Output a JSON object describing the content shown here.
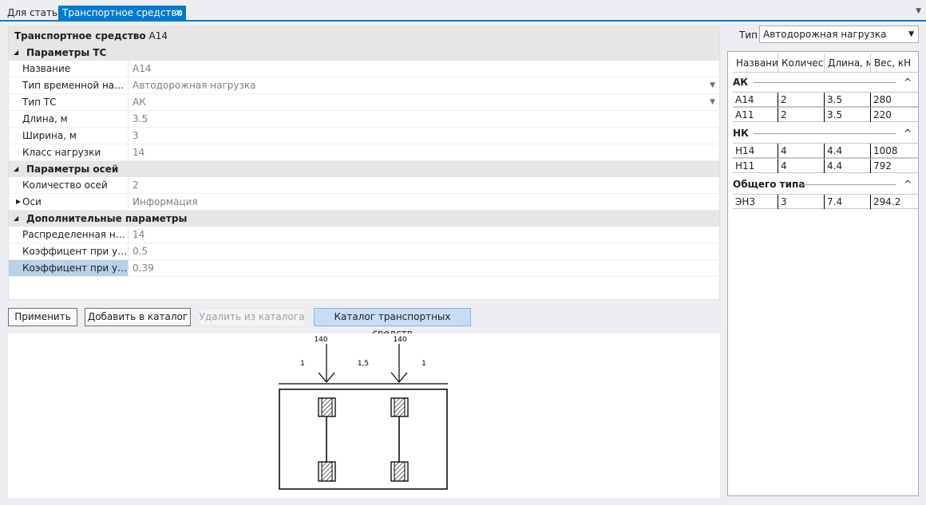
{
  "tabs": {
    "article": "Для статьи",
    "vehicle": "Транспортное средство"
  },
  "props": {
    "header_label": "Транспортное средство",
    "header_value": "А14",
    "cat1": "Параметры ТС",
    "rows1": [
      {
        "name": "Название",
        "value": "А14"
      },
      {
        "name": "Тип временной нагрузки",
        "value": "Автодорожная нагрузка"
      },
      {
        "name": "Тип ТС",
        "value": "АК"
      },
      {
        "name": "Длина, м",
        "value": "3.5"
      },
      {
        "name": "Ширина, м",
        "value": "3"
      },
      {
        "name": "Класс нагрузки",
        "value": "14"
      }
    ],
    "cat2": "Параметры осей",
    "rows2": [
      {
        "name": "Количество осей",
        "value": "2"
      },
      {
        "name": "Оси",
        "value": "Информация"
      }
    ],
    "cat3": "Дополнительные параметры",
    "rows3": [
      {
        "name": "Распределенная нагрузка",
        "value": "14"
      },
      {
        "name": "Коэффицент при учете",
        "value": "0.5"
      },
      {
        "name": "Коэффицент при учете",
        "value": "0.39"
      }
    ]
  },
  "buttons": {
    "apply": "Применить",
    "add": "Добавить в каталог",
    "remove": "Удалить из каталога",
    "catalog": "Каталог транспортных средств"
  },
  "drawing": {
    "load1": "140",
    "load2": "140",
    "dim1": "1",
    "dim2": "1,5",
    "dim3": "1"
  },
  "catalog": {
    "type_label": "Тип",
    "type_value": "Автодорожная нагрузка",
    "headers": [
      "Название",
      "Количество",
      "Длина, м",
      "Вес, кН"
    ],
    "groups": [
      {
        "name": "АК",
        "rows": [
          [
            "А14",
            "2",
            "3.5",
            "280"
          ],
          [
            "А11",
            "2",
            "3.5",
            "220"
          ]
        ]
      },
      {
        "name": "НК",
        "rows": [
          [
            "Н14",
            "4",
            "4.4",
            "1008"
          ],
          [
            "Н11",
            "4",
            "4.4",
            "792"
          ]
        ]
      },
      {
        "name": "Общего типа",
        "rows": [
          [
            "ЭН3",
            "3",
            "7.4",
            "294.2"
          ]
        ]
      }
    ]
  },
  "icons": {
    "close": "close-icon",
    "collapse": "triangle-collapse-icon",
    "dropdown": "chevron-down-icon"
  }
}
